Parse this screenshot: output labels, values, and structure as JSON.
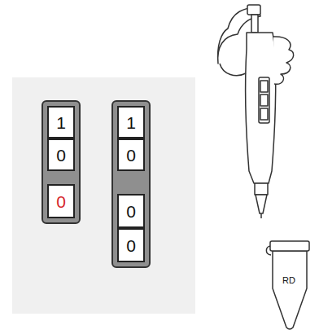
{
  "diagram": {
    "nodes": [
      {
        "text": [
          "1"
        ]
      },
      {
        "text": [
          "0"
        ]
      },
      {
        "text": [
          "0"
        ]
      },
      {
        "text": [
          "1"
        ]
      },
      {
        "text": [
          "0"
        ]
      },
      {
        "text": [
          "0"
        ]
      },
      {
        "text": [
          "0"
        ]
      },
      {
        "text": [
          "RD"
        ]
      }
    ]
  }
}
